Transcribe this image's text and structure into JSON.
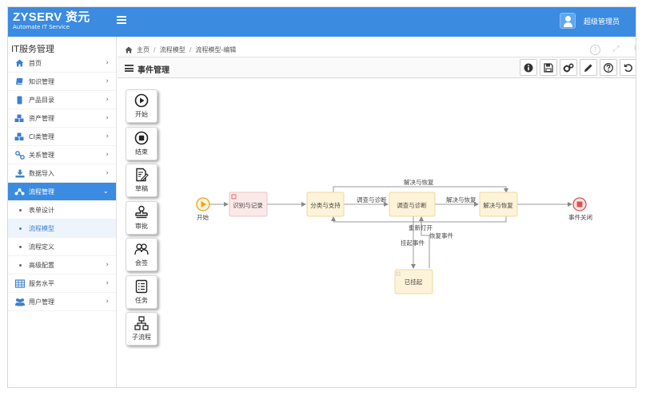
{
  "app": {
    "logo_main": "ZYSERV 资元",
    "logo_sub": "Automate IT Service",
    "user_name": "超级管理员"
  },
  "sidebar": {
    "title": "IT服务管理",
    "items": [
      {
        "label": "首页",
        "icon": "home-icon"
      },
      {
        "label": "知识管理",
        "icon": "book-icon"
      },
      {
        "label": "产品目录",
        "icon": "catalog-icon"
      },
      {
        "label": "资产管理",
        "icon": "cubes-icon"
      },
      {
        "label": "CI类管理",
        "icon": "cubes-icon"
      },
      {
        "label": "关系管理",
        "icon": "relation-icon"
      },
      {
        "label": "数据导入",
        "icon": "download-icon"
      },
      {
        "label": "流程管理",
        "icon": "process-icon"
      }
    ],
    "sub_items": [
      {
        "label": "表单设计"
      },
      {
        "label": "流程模型"
      },
      {
        "label": "流程定义"
      },
      {
        "label": "高级配置"
      }
    ],
    "after_items": [
      {
        "label": "服务水平",
        "icon": "table-icon"
      },
      {
        "label": "用户管理",
        "icon": "users-icon"
      }
    ]
  },
  "breadcrumb": {
    "home": "主页",
    "level1": "流程模型",
    "level2": "流程模型-编辑"
  },
  "panel": {
    "title": "事件管理"
  },
  "palette": [
    {
      "label": "开始",
      "icon": "play-circle-icon"
    },
    {
      "label": "结束",
      "icon": "stop-circle-icon"
    },
    {
      "label": "草稿",
      "icon": "draft-icon"
    },
    {
      "label": "审批",
      "icon": "approve-stamp-icon"
    },
    {
      "label": "会签",
      "icon": "countersign-icon"
    },
    {
      "label": "任务",
      "icon": "task-icon"
    },
    {
      "label": "子流程",
      "icon": "subprocess-icon"
    }
  ],
  "diagram": {
    "start_label": "开始",
    "end_label": "事件关闭",
    "nodes": {
      "record": "识别与记录",
      "classify": "分类与支持",
      "investigate": "调查与诊断",
      "resolve": "解决与恢复",
      "suspended": "已挂起"
    },
    "edges": {
      "classify_to_investigate": "调查与诊断",
      "investigate_to_resolve": "解决与恢复",
      "classify_to_resolve_top": "解决与恢复",
      "reopen": "重新打开",
      "suspend": "挂起事件",
      "resume": "恢复事件"
    }
  }
}
